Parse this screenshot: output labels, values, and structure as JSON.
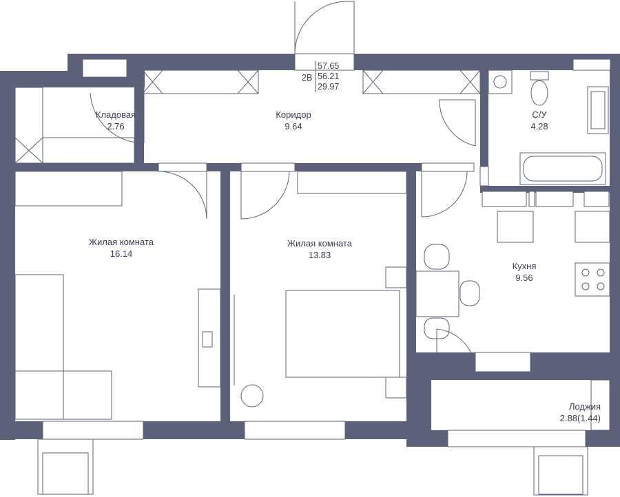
{
  "apartment": {
    "type": "2В",
    "areas": [
      "57.65",
      "56.21",
      "29.97"
    ]
  },
  "rooms": [
    {
      "id": "storage",
      "name": "Кладовая",
      "area": "2.76"
    },
    {
      "id": "corridor",
      "name": "Коридор",
      "area": "9.64"
    },
    {
      "id": "bathroom",
      "name": "С/У",
      "area": "4.28"
    },
    {
      "id": "living1",
      "name": "Жилая комната",
      "area": "16.14"
    },
    {
      "id": "living2",
      "name": "Жилая комната",
      "area": "13.83"
    },
    {
      "id": "kitchen",
      "name": "Кухня",
      "area": "9.56"
    },
    {
      "id": "loggia",
      "name": "Лоджия",
      "area": "2.88(1.44)"
    }
  ],
  "colors": {
    "wall": "#5d6079",
    "text": "#3a3d52",
    "background": "#ffffff"
  }
}
